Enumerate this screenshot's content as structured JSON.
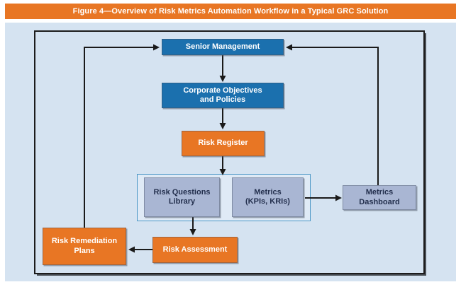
{
  "figure_title": "Figure 4—Overview of Risk Metrics Automation Workflow in a Typical GRC Solution",
  "diagram": {
    "type": "flowchart",
    "nodes": [
      {
        "id": "senior-management",
        "label": "Senior Management",
        "fill": "#1b70ae",
        "text_color": "#ffffff"
      },
      {
        "id": "corporate-objectives-and-policies",
        "label": "Corporate Objectives\nand Policies",
        "fill": "#1b70ae",
        "text_color": "#ffffff"
      },
      {
        "id": "risk-register",
        "label": "Risk Register",
        "fill": "#e87624",
        "text_color": "#ffffff"
      },
      {
        "id": "risk-questions-library",
        "label": "Risk Questions\nLibrary",
        "fill": "#a9b6d3",
        "text_color": "#232f4d"
      },
      {
        "id": "metrics-kpis-kris",
        "label": "Metrics\n(KPIs, KRIs)",
        "fill": "#a9b6d3",
        "text_color": "#232f4d"
      },
      {
        "id": "metrics-dashboard",
        "label": "Metrics\nDashboard",
        "fill": "#a9b6d3",
        "text_color": "#232f4d"
      },
      {
        "id": "risk-remediation-plans",
        "label": "Risk Remediation\nPlans",
        "fill": "#e87624",
        "text_color": "#ffffff"
      },
      {
        "id": "risk-assessment",
        "label": "Risk Assessment",
        "fill": "#e87624",
        "text_color": "#ffffff"
      }
    ],
    "edges": [
      {
        "from": "senior-management",
        "to": "corporate-objectives-and-policies"
      },
      {
        "from": "corporate-objectives-and-policies",
        "to": "risk-register"
      },
      {
        "from": "risk-register",
        "to": "risk-library-group"
      },
      {
        "from": "risk-questions-library",
        "to": "risk-assessment"
      },
      {
        "from": "risk-assessment",
        "to": "risk-remediation-plans"
      },
      {
        "from": "metrics-kpis-kris",
        "to": "metrics-dashboard"
      },
      {
        "from": "metrics-dashboard",
        "to": "senior-management"
      },
      {
        "from": "risk-remediation-plans",
        "to": "senior-management"
      }
    ]
  },
  "colors": {
    "title_bar": "#e87624",
    "panel_background": "#d5e3f1",
    "frame_border": "#1c1c1c",
    "blue_node": "#1b70ae",
    "orange_node": "#e87624",
    "gray_node": "#a9b6d3",
    "gray_node_border": "#7f8ba3",
    "group_background": "#dfeaf6",
    "group_border": "#4c97c6",
    "connector": "#1a1a1a"
  }
}
